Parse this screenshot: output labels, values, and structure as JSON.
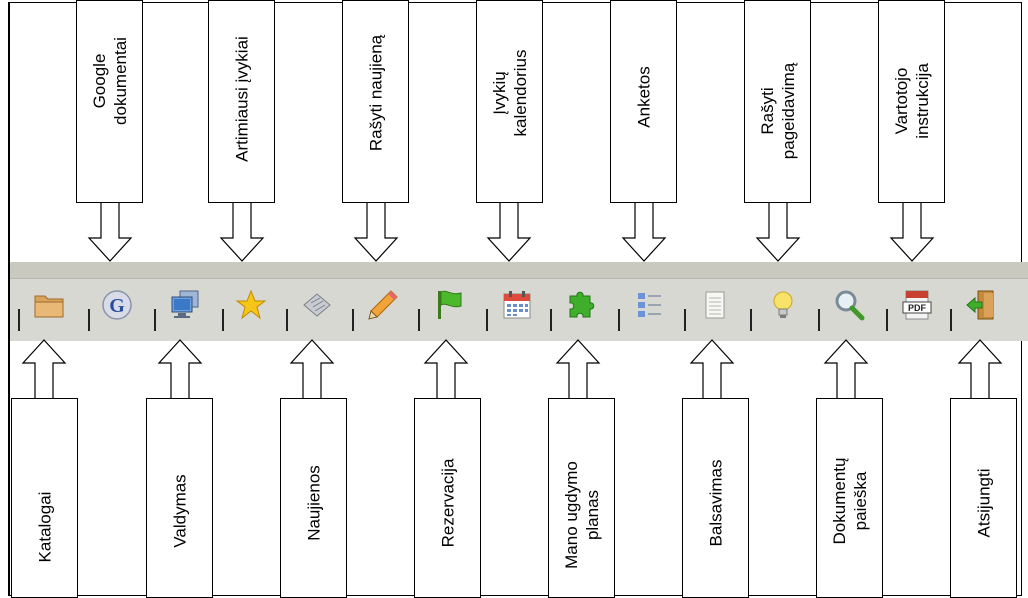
{
  "top_labels": {
    "google_documents": "Google\ndokumentai",
    "nearest_events": "Artimiausi įvykiai",
    "write_news": "Rašyti naujieną",
    "event_calendar": "Įvykių\nkalendorius",
    "surveys": "Anketos",
    "write_request": "Rašyti\npageidavimą",
    "user_manual": "Vartotojo\ninstrukcija"
  },
  "bottom_labels": {
    "catalogs": "Katalogai",
    "management": "Valdymas",
    "news": "Naujienos",
    "reservation": "Rezervacija",
    "my_education_plan": "Mano ugdymo\nplanas",
    "voting": "Balsavimas",
    "document_search": "Dokumentų\npaieška",
    "log_out": "Atsijungti"
  },
  "icons": [
    "folder-icon",
    "google-icon",
    "monitor-icon",
    "star-icon",
    "newspaper-icon",
    "pencil-icon",
    "flag-icon",
    "calendar-icon",
    "puzzle-icon",
    "survey-list-icon",
    "notepad-icon",
    "lightbulb-icon",
    "magnifier-icon",
    "pdf-icon",
    "exit-door-icon"
  ],
  "colors": {
    "toolbar_bg": "#d8d8d2",
    "toolbar_top": "#c9c9c0",
    "border": "#000000"
  }
}
